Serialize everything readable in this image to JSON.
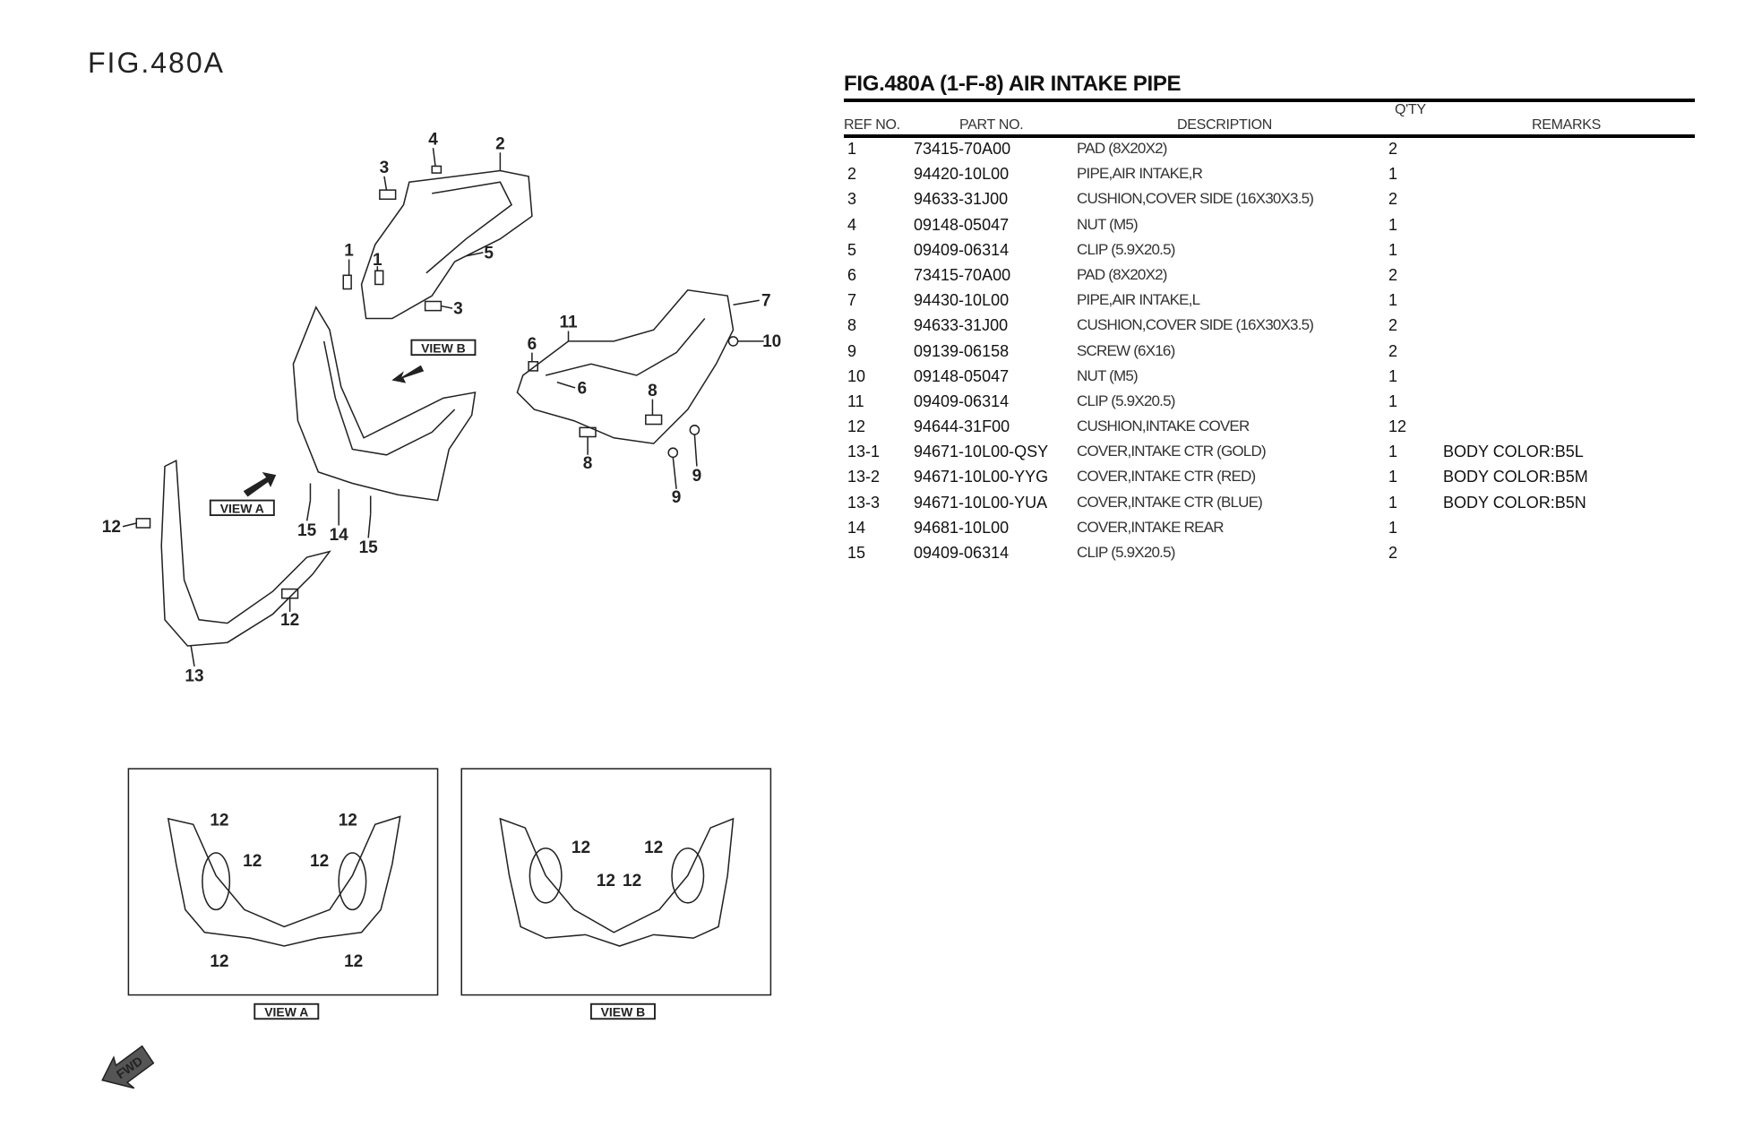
{
  "figure_label": "FIG.480A",
  "table": {
    "title": "FIG.480A (1-F-8) AIR INTAKE PIPE",
    "headers": {
      "ref": "REF NO.",
      "part": "PART NO.",
      "description": "DESCRIPTION",
      "qty": "Q'TY",
      "remarks": "REMARKS"
    },
    "rows": [
      {
        "ref": "1",
        "part": "73415-70A00",
        "description": "PAD (8X20X2)",
        "qty": "2",
        "remarks": ""
      },
      {
        "ref": "2",
        "part": "94420-10L00",
        "description": "PIPE,AIR INTAKE,R",
        "qty": "1",
        "remarks": ""
      },
      {
        "ref": "3",
        "part": "94633-31J00",
        "description": "CUSHION,COVER SIDE (16X30X3.5)",
        "qty": "2",
        "remarks": ""
      },
      {
        "ref": "4",
        "part": "09148-05047",
        "description": "NUT (M5)",
        "qty": "1",
        "remarks": ""
      },
      {
        "ref": "5",
        "part": "09409-06314",
        "description": "CLIP (5.9X20.5)",
        "qty": "1",
        "remarks": ""
      },
      {
        "ref": "6",
        "part": "73415-70A00",
        "description": "PAD (8X20X2)",
        "qty": "2",
        "remarks": ""
      },
      {
        "ref": "7",
        "part": "94430-10L00",
        "description": "PIPE,AIR INTAKE,L",
        "qty": "1",
        "remarks": ""
      },
      {
        "ref": "8",
        "part": "94633-31J00",
        "description": "CUSHION,COVER SIDE (16X30X3.5)",
        "qty": "2",
        "remarks": ""
      },
      {
        "ref": "9",
        "part": "09139-06158",
        "description": "SCREW (6X16)",
        "qty": "2",
        "remarks": ""
      },
      {
        "ref": "10",
        "part": "09148-05047",
        "description": "NUT (M5)",
        "qty": "1",
        "remarks": ""
      },
      {
        "ref": "11",
        "part": "09409-06314",
        "description": "CLIP (5.9X20.5)",
        "qty": "1",
        "remarks": ""
      },
      {
        "ref": "12",
        "part": "94644-31F00",
        "description": "CUSHION,INTAKE COVER",
        "qty": "12",
        "remarks": ""
      },
      {
        "ref": "13-1",
        "part": "94671-10L00-QSY",
        "description": "COVER,INTAKE CTR (GOLD)",
        "qty": "1",
        "remarks": "BODY COLOR:B5L"
      },
      {
        "ref": "13-2",
        "part": "94671-10L00-YYG",
        "description": "COVER,INTAKE CTR (RED)",
        "qty": "1",
        "remarks": "BODY COLOR:B5M"
      },
      {
        "ref": "13-3",
        "part": "94671-10L00-YUA",
        "description": "COVER,INTAKE CTR (BLUE)",
        "qty": "1",
        "remarks": "BODY COLOR:B5N"
      },
      {
        "ref": "14",
        "part": "94681-10L00",
        "description": "COVER,INTAKE REAR",
        "qty": "1",
        "remarks": ""
      },
      {
        "ref": "15",
        "part": "09409-06314",
        "description": "CLIP (5.9X20.5)",
        "qty": "2",
        "remarks": ""
      }
    ]
  },
  "diagram": {
    "callouts": [
      "3",
      "4",
      "2",
      "1",
      "1",
      "5",
      "3",
      "11",
      "7",
      "6",
      "10",
      "6",
      "8",
      "8",
      "9",
      "9",
      "12",
      "15",
      "14",
      "15",
      "12",
      "13"
    ],
    "view_a_callouts": [
      "12",
      "12",
      "12",
      "12",
      "12",
      "12"
    ],
    "view_b_callouts": [
      "12",
      "12",
      "12",
      "12"
    ],
    "view_a_label": "VIEW A",
    "view_b_label": "VIEW B",
    "fwd_label": "FWD"
  }
}
